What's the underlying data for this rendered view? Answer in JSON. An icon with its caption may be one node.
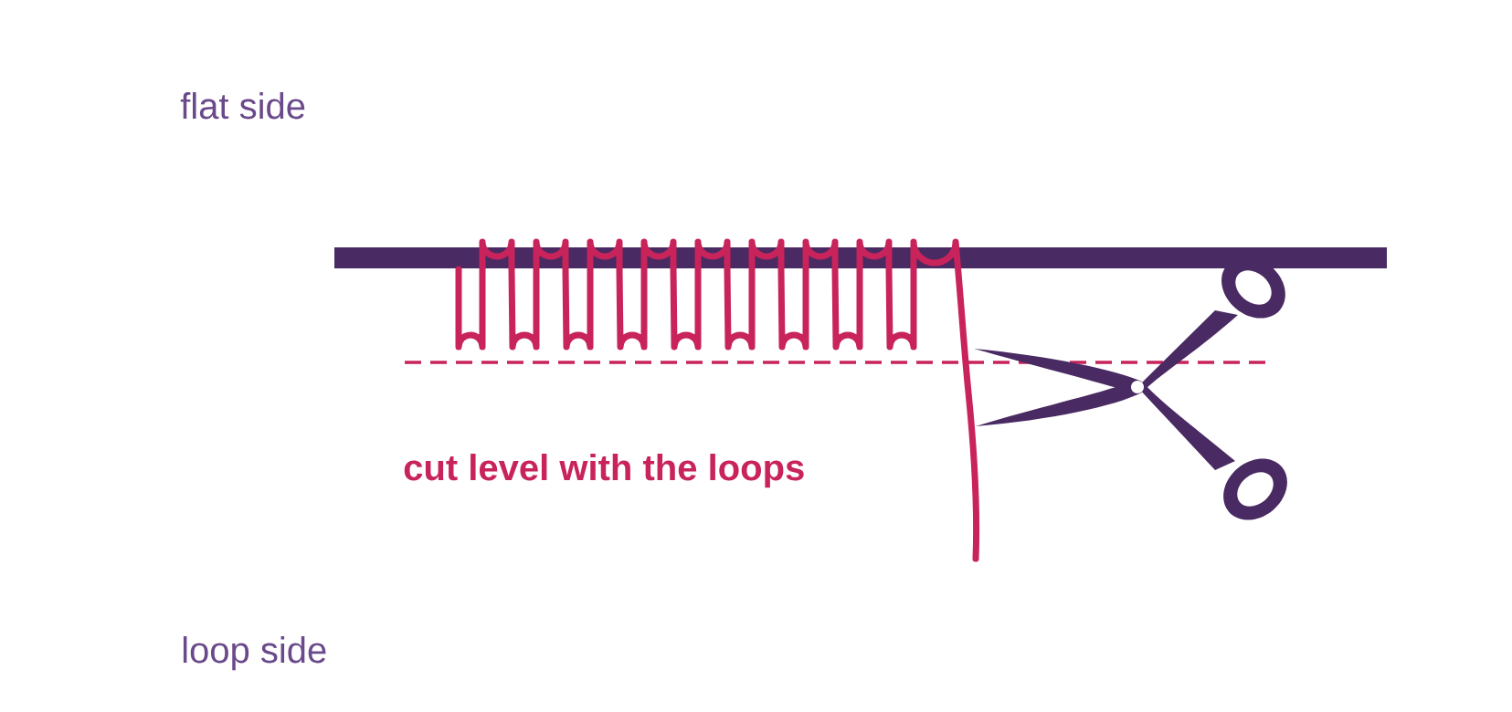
{
  "diagram": {
    "labels": [
      "flat side",
      "cut level with the loops",
      "loop side"
    ]
  }
}
